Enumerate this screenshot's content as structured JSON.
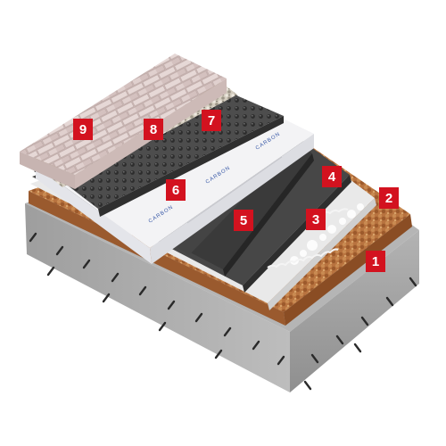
{
  "colors": {
    "tag": "#d3121f",
    "concrete": "#a9a9a9",
    "concrete_dark": "#8a8a8a",
    "clay": "#b36a35",
    "membrane": "#3c3c3c",
    "insulation": "#f2f2f4",
    "drain": "#4a4a4a",
    "gravel": "#cfc7b8",
    "sand": "#9c8a62",
    "pavers": "#d9c7c5"
  },
  "layers": [
    {
      "id": "1",
      "label": "1",
      "material": "concrete-slab"
    },
    {
      "id": "2",
      "label": "2",
      "material": "expanded-clay-screed"
    },
    {
      "id": "3",
      "label": "3",
      "material": "primer-membrane"
    },
    {
      "id": "4",
      "label": "4",
      "material": "waterproofing-membrane-top"
    },
    {
      "id": "5",
      "label": "5",
      "material": "waterproofing-membrane"
    },
    {
      "id": "6",
      "label": "6",
      "material": "xps-insulation"
    },
    {
      "id": "7",
      "label": "7",
      "material": "drainage-membrane"
    },
    {
      "id": "8",
      "label": "8",
      "material": "sand-gravel-bed"
    },
    {
      "id": "9",
      "label": "9",
      "material": "paving-tiles"
    }
  ]
}
